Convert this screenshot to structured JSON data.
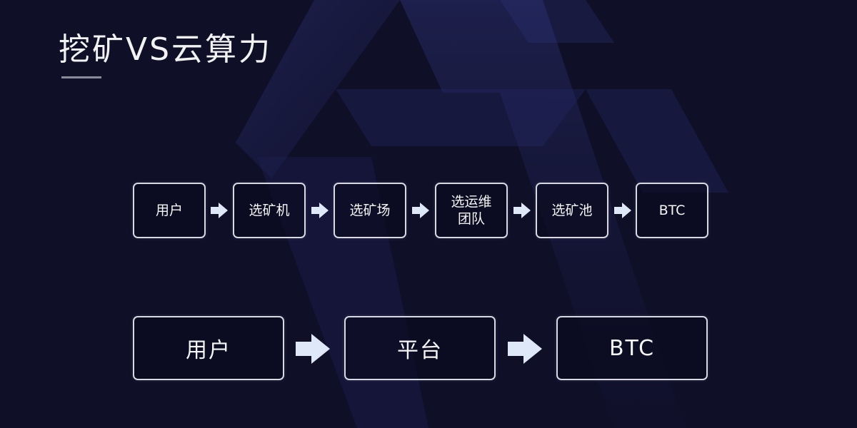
{
  "title": "挖矿VS云算力",
  "flows": {
    "traditional": [
      "用户",
      "选矿机",
      "选矿场",
      "选运维\n团队",
      "选矿池",
      "BTC"
    ],
    "cloud": [
      "用户",
      "平台",
      "BTC"
    ]
  },
  "colors": {
    "background": "#0f0f28",
    "box_border": "#d9d9e2",
    "arrow_fill": "#dfe8f8",
    "text": "#f5f5f5"
  }
}
